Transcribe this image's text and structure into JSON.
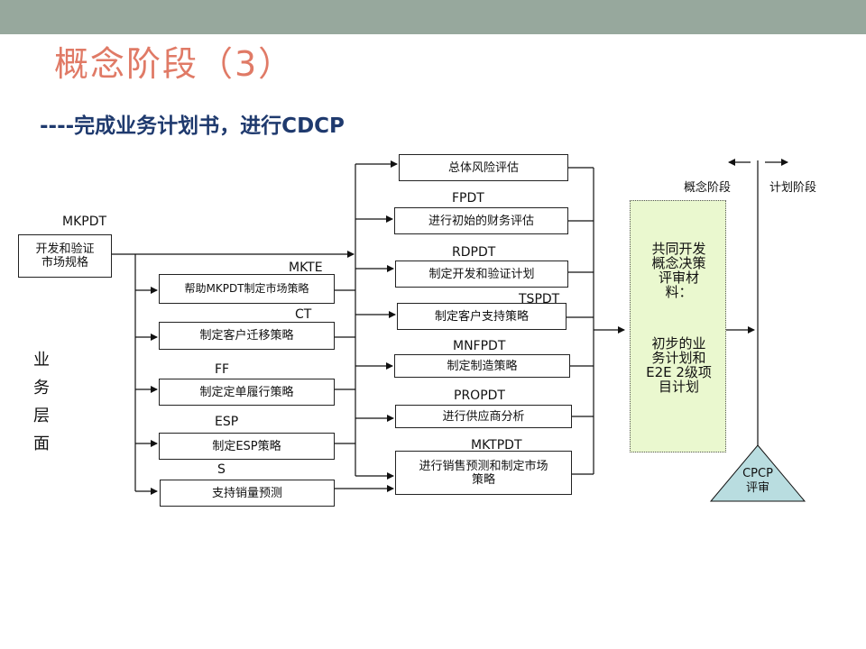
{
  "slide": {
    "title": "概念阶段（3）",
    "subtitle": "----完成业务计划书，进行CDCP"
  },
  "diagram": {
    "start_box": "开发和验证\n市场规格",
    "start_label": "MKPDT",
    "side_label": "业务层面",
    "left_column": [
      {
        "label": "MKTE",
        "box": "帮助MKPDT制定市场策略"
      },
      {
        "label": "CT",
        "box": "制定客户迁移策略"
      },
      {
        "label": "FF",
        "box": "制定定单履行策略"
      },
      {
        "label": "ESP",
        "box": "制定ESP策略"
      },
      {
        "label": "S",
        "box": "支持销量预测"
      }
    ],
    "right_column": [
      {
        "label": "",
        "box": "总体风险评估"
      },
      {
        "label": "FPDT",
        "box": "进行初始的财务评估"
      },
      {
        "label": "RDPDT",
        "box": "制定开发和验证计划"
      },
      {
        "label": "TSPDT",
        "box": "制定客户支持策略"
      },
      {
        "label": "MNFPDT",
        "box": "制定制造策略"
      },
      {
        "label": "PROPDT",
        "box": "进行供应商分析"
      },
      {
        "label": "MKTPDT",
        "box": "进行销售预测和制定市场\n策略"
      }
    ],
    "deliverable_box": {
      "part1": "共同开发\n概念决策\n评审材\n料：",
      "part2": "初步的业\n务计划和\nE2E 2级项\n目计划"
    },
    "phases": {
      "left": "概念阶段",
      "right": "计划阶段"
    },
    "review": "CPCP\n评审",
    "colors": {
      "title": "#e07a66",
      "subtitle": "#1f3a6e",
      "topbar": "#97a89d",
      "deliverable_fill": "#eaf8cf",
      "review_fill": "#b9dde0"
    }
  }
}
